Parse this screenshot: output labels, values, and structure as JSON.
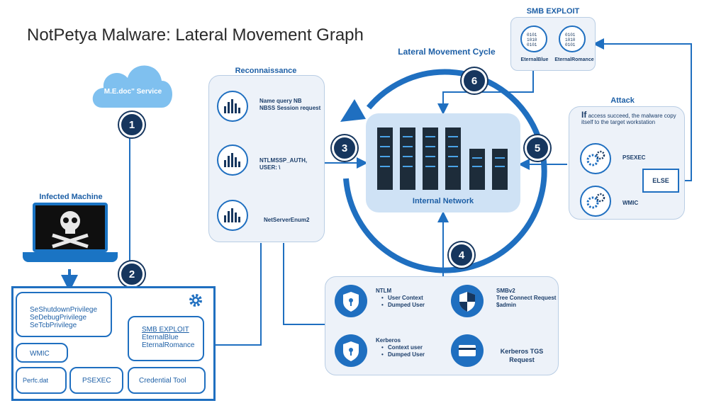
{
  "title": "NotPetya Malware: Lateral Movement Graph",
  "cycle_label": "Lateral Movement Cycle",
  "service_label": "M.E.doc\" Service",
  "step_numbers": [
    "1",
    "2",
    "3",
    "4",
    "5",
    "6"
  ],
  "infected": {
    "title": "Infected Machine",
    "privileges": [
      "SeShutdownPrivilege",
      "SeDebugPrivilege",
      "SeTcbPrivilege"
    ],
    "smb_title": "SMB EXPLOIT",
    "smb_items": [
      "EternalBlue",
      "EternalRomance"
    ],
    "wmic": "WMIC",
    "perfc": "Perfc.dat",
    "psexec": "PSEXEC",
    "credential_tool": "Credential Tool"
  },
  "recon": {
    "title": "Reconnaissance",
    "items": [
      {
        "line1": "Name query NB",
        "line2": "NBSS Session request"
      },
      {
        "line1": "NTLMSSP_AUTH, USER: \\",
        "line2": ""
      },
      {
        "line1": "NetServerEnum2",
        "line2": ""
      }
    ]
  },
  "network_label": "Internal Network",
  "smb_exploit": {
    "title": "SMB EXPLOIT",
    "items": [
      "EternalBlue",
      "EternalRomance"
    ]
  },
  "attack": {
    "title": "Attack",
    "if_word": "If",
    "description": "access succeed, the malware copy itself to the target workstation",
    "psexec": "PSEXEC",
    "wmic": "WMIC",
    "else": "ELSE"
  },
  "credentials": {
    "ntlm": {
      "title": "NTLM",
      "items": [
        "User Context",
        "Dumped User"
      ]
    },
    "kerberos": {
      "title": "Kerberos",
      "items": [
        "Context user",
        "Dumped User"
      ]
    },
    "smbv2": {
      "title": "SMBv2",
      "lines": [
        "Tree Connect Request",
        "$admin"
      ]
    },
    "kerberos_tgs": {
      "lines": [
        "Kerberos TGS",
        "Request"
      ]
    }
  },
  "colors": {
    "accent": "#1f6fc0",
    "dark": "#16365e",
    "panel": "#edf2f9"
  }
}
